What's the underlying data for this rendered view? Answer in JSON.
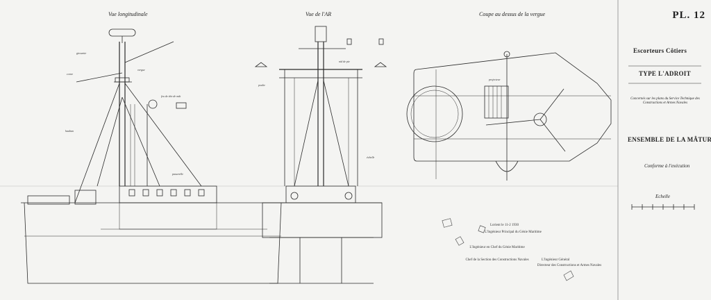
{
  "titles": {
    "view_longitudinal": "Vue longitudinale",
    "view_front": "Vue de l'AR",
    "view_section": "Coupe au dessus de la vergue"
  },
  "title_block": {
    "plate": "PL. 12",
    "class_name": "Escorteurs Côtiers",
    "type_label": "TYPE",
    "ship_name": "L'ADROIT",
    "conformity": "Concernés sur les plans du Service Technique des Constructions et Armes Navales",
    "drawing_title": "ENSEMBLE DE LA MÂTURE",
    "status": "Conforme à l'exécution",
    "scale_label": "Echelle"
  },
  "signatures": {
    "place_date": "Lorient le 11-2 1930",
    "engineer_principal": "L'Ingénieur Principal du Génie Maritime",
    "engineer_chief": "L'Ingénieur en Chef du Génie Maritime",
    "section_chief": "Chef de la Section des Constructions Navales",
    "engineer_general": "L'Ingénieur Général",
    "director": "Directeur des Constructions et Armes Navales"
  },
  "labels": {
    "mast_head": "girouette",
    "yard": "vergue",
    "gaff": "corne",
    "shroud": "hauban",
    "lamp": "feu de tête de mât",
    "bridge": "passerelle",
    "crow_nest": "nid de pie",
    "block": "poulie",
    "projector": "projecteur",
    "ladder": "échelle"
  },
  "colors": {
    "paper": "#f4f4f2",
    "ink": "#222222",
    "stamp": "#555555"
  }
}
